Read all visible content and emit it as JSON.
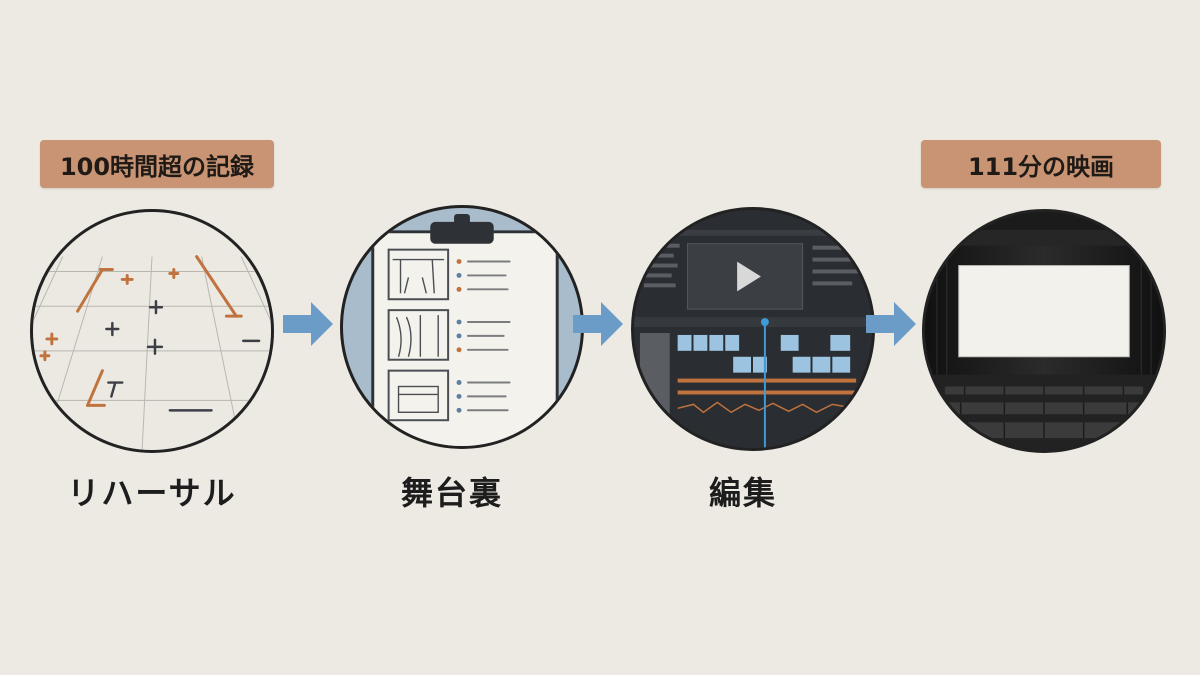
{
  "badges": {
    "start": "100時間超の記録",
    "end": "111分の映画"
  },
  "steps": [
    {
      "label": "リハーサル",
      "icon": "rehearsal-stage-marks-icon"
    },
    {
      "label": "舞台裏",
      "icon": "backstage-clipboard-icon"
    },
    {
      "label": "編集",
      "icon": "video-editing-timeline-icon"
    },
    {
      "label": "",
      "icon": "movie-theater-screen-icon"
    }
  ],
  "colors": {
    "background": "#edeae4",
    "badge": "#c89473",
    "arrow": "#6a9cc7",
    "accent_orange": "#c0733e",
    "clipboard_bg": "#a8bccc"
  }
}
